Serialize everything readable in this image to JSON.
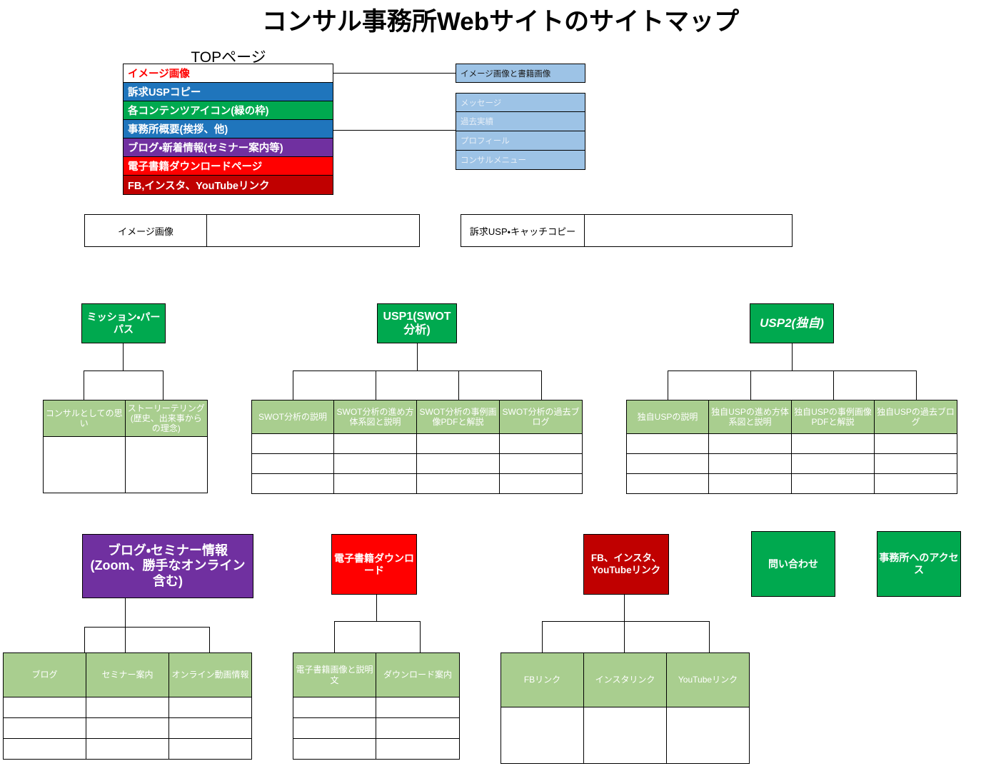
{
  "title": "コンサル事務所Webサイトのサイトマップ",
  "top_page": {
    "label": "TOPページ",
    "rows": [
      {
        "text": "イメージ画像",
        "bg": "#FFFFFF",
        "fg": "#FF0000"
      },
      {
        "text": "訴求USPコピー",
        "bg": "#1F75BC",
        "fg": "#FFFFFF"
      },
      {
        "text": "各コンテンツアイコン(緑の枠)",
        "bg": "#00A94F",
        "fg": "#FFFFFF"
      },
      {
        "text": "事務所概要(挨拶、他)",
        "bg": "#1F75BC",
        "fg": "#FFFFFF"
      },
      {
        "text": "ブログ・新着情報(セミナー案内等)",
        "bg": "#7030A0",
        "fg": "#FFFFFF"
      },
      {
        "text": "電子書籍ダウンロードページ",
        "bg": "#FF0000",
        "fg": "#FFFFFF"
      },
      {
        "text": "FB,インスタ、YouTubeリンク",
        "bg": "#C00000",
        "fg": "#FFFFFF"
      }
    ]
  },
  "side_boxes": {
    "top": {
      "text": "イメージ画像と書籍画像",
      "fg": "#1A1A1A"
    },
    "group": [
      {
        "text": "メッセージ",
        "fg": "#E6EEF7"
      },
      {
        "text": "過去実績",
        "fg": "#E6EEF7"
      },
      {
        "text": "プロフィール",
        "fg": "#E6EEF7"
      },
      {
        "text": "コンサルメニュー",
        "fg": "#E6EEF7"
      }
    ]
  },
  "wide_pairs": [
    {
      "label": "イメージ画像"
    },
    {
      "label": "訴求USP・キャッチコピー"
    }
  ],
  "nodes": [
    {
      "id": "mission",
      "head": "ミッション・パーパス",
      "head_bg": "#00A94F",
      "head_font_size": "14px",
      "italic": false,
      "children": [
        "コンサルとしての思い",
        "ストーリーテリング(歴史、出来事からの理念)"
      ],
      "empty_rows": 1
    },
    {
      "id": "usp1",
      "head": "USP1(SWOT分析)",
      "head_bg": "#00A94F",
      "head_font_size": "16px",
      "italic": false,
      "children": [
        "SWOT分析の説明",
        "SWOT分析の進め方体系図と説明",
        "SWOT分析の事例画像PDFと解説",
        "SWOT分析の過去ブログ"
      ],
      "empty_rows": 3
    },
    {
      "id": "usp2",
      "head": "USP2(独自)",
      "head_bg": "#00A94F",
      "head_font_size": "17px",
      "italic": true,
      "children": [
        "独自USPの説明",
        "独自USPの進め方体系図と説明",
        "独自USPの事例画像PDFと解説",
        "独自USPの過去ブログ"
      ],
      "empty_rows": 3
    },
    {
      "id": "blog",
      "head": "ブログ・セミナー情報\n(Zoom、勝手なオンライン含む)",
      "head_bg": "#7030A0",
      "head_font_size": "18px",
      "italic": false,
      "children": [
        "ブログ",
        "セミナー案内",
        "オンライン動画情報"
      ],
      "empty_rows": 3
    },
    {
      "id": "ebook",
      "head": "電子書籍ダウンロード",
      "head_bg": "#FF0000",
      "head_font_size": "14px",
      "italic": false,
      "children": [
        "電子書籍画像と説明文",
        "ダウンロード案内"
      ],
      "empty_rows": 3
    },
    {
      "id": "social",
      "head": "FB、インスタ、YouTubeリンク",
      "head_bg": "#C00000",
      "head_font_size": "13.5px",
      "italic": false,
      "children": [
        "FBリンク",
        "インスタリンク",
        "YouTubeリンク"
      ],
      "empty_rows": 1
    }
  ],
  "standalone": [
    {
      "text": "問い合わせ",
      "bg": "#00A94F"
    },
    {
      "text": "事務所へのアクセス",
      "bg": "#00A94F"
    }
  ],
  "colors": {
    "green": "#00A94F",
    "light_green": "#A9CE8F",
    "blue": "#1F75BC",
    "light_blue": "#9DC3E6",
    "purple": "#7030A0",
    "red": "#FF0000",
    "dark_red": "#C00000",
    "border": "#000000"
  }
}
